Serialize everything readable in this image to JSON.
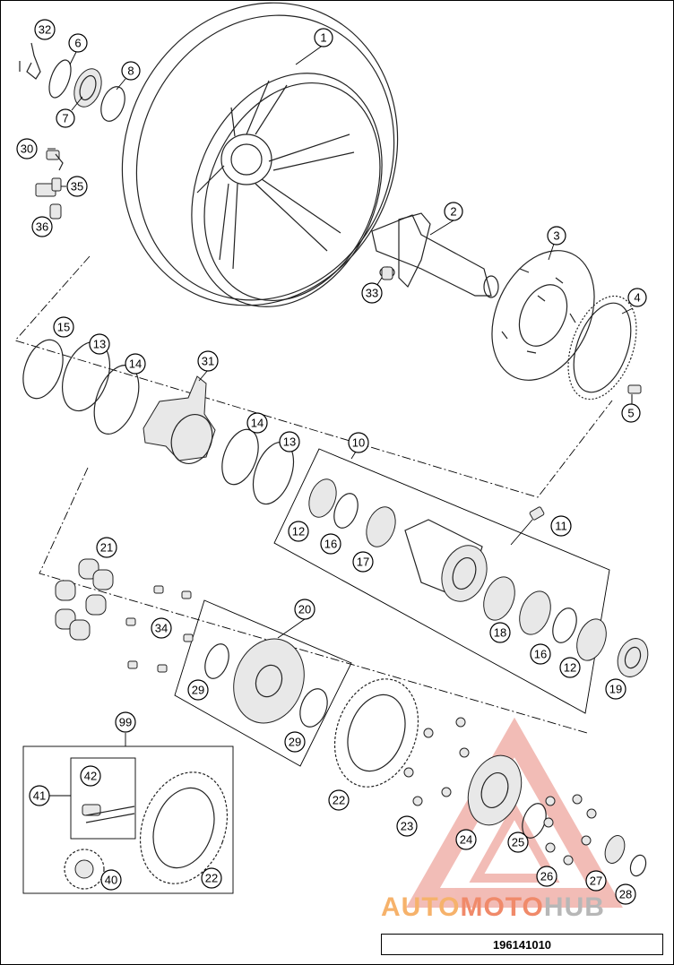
{
  "diagram": {
    "document_number": "196141010",
    "watermark": {
      "part1": "AUTO",
      "part2": "MOTO",
      "part3": "HUB"
    }
  },
  "callouts": {
    "c1": "1",
    "c2": "2",
    "c3": "3",
    "c4": "4",
    "c5": "5",
    "c6": "6",
    "c7": "7",
    "c8": "8",
    "c10": "10",
    "c11": "11",
    "c12a": "12",
    "c12b": "12",
    "c13a": "13",
    "c13b": "13",
    "c14a": "14",
    "c14b": "14",
    "c15": "15",
    "c16a": "16",
    "c16b": "16",
    "c17": "17",
    "c18": "18",
    "c19": "19",
    "c20": "20",
    "c21": "21",
    "c22a": "22",
    "c22b": "22",
    "c23": "23",
    "c24": "24",
    "c25": "25",
    "c26": "26",
    "c27": "27",
    "c28": "28",
    "c29a": "29",
    "c29b": "29",
    "c30": "30",
    "c31": "31",
    "c32": "32",
    "c33": "33",
    "c34": "34",
    "c35": "35",
    "c36": "36",
    "c40": "40",
    "c41": "41",
    "c42": "42",
    "c99": "99"
  }
}
